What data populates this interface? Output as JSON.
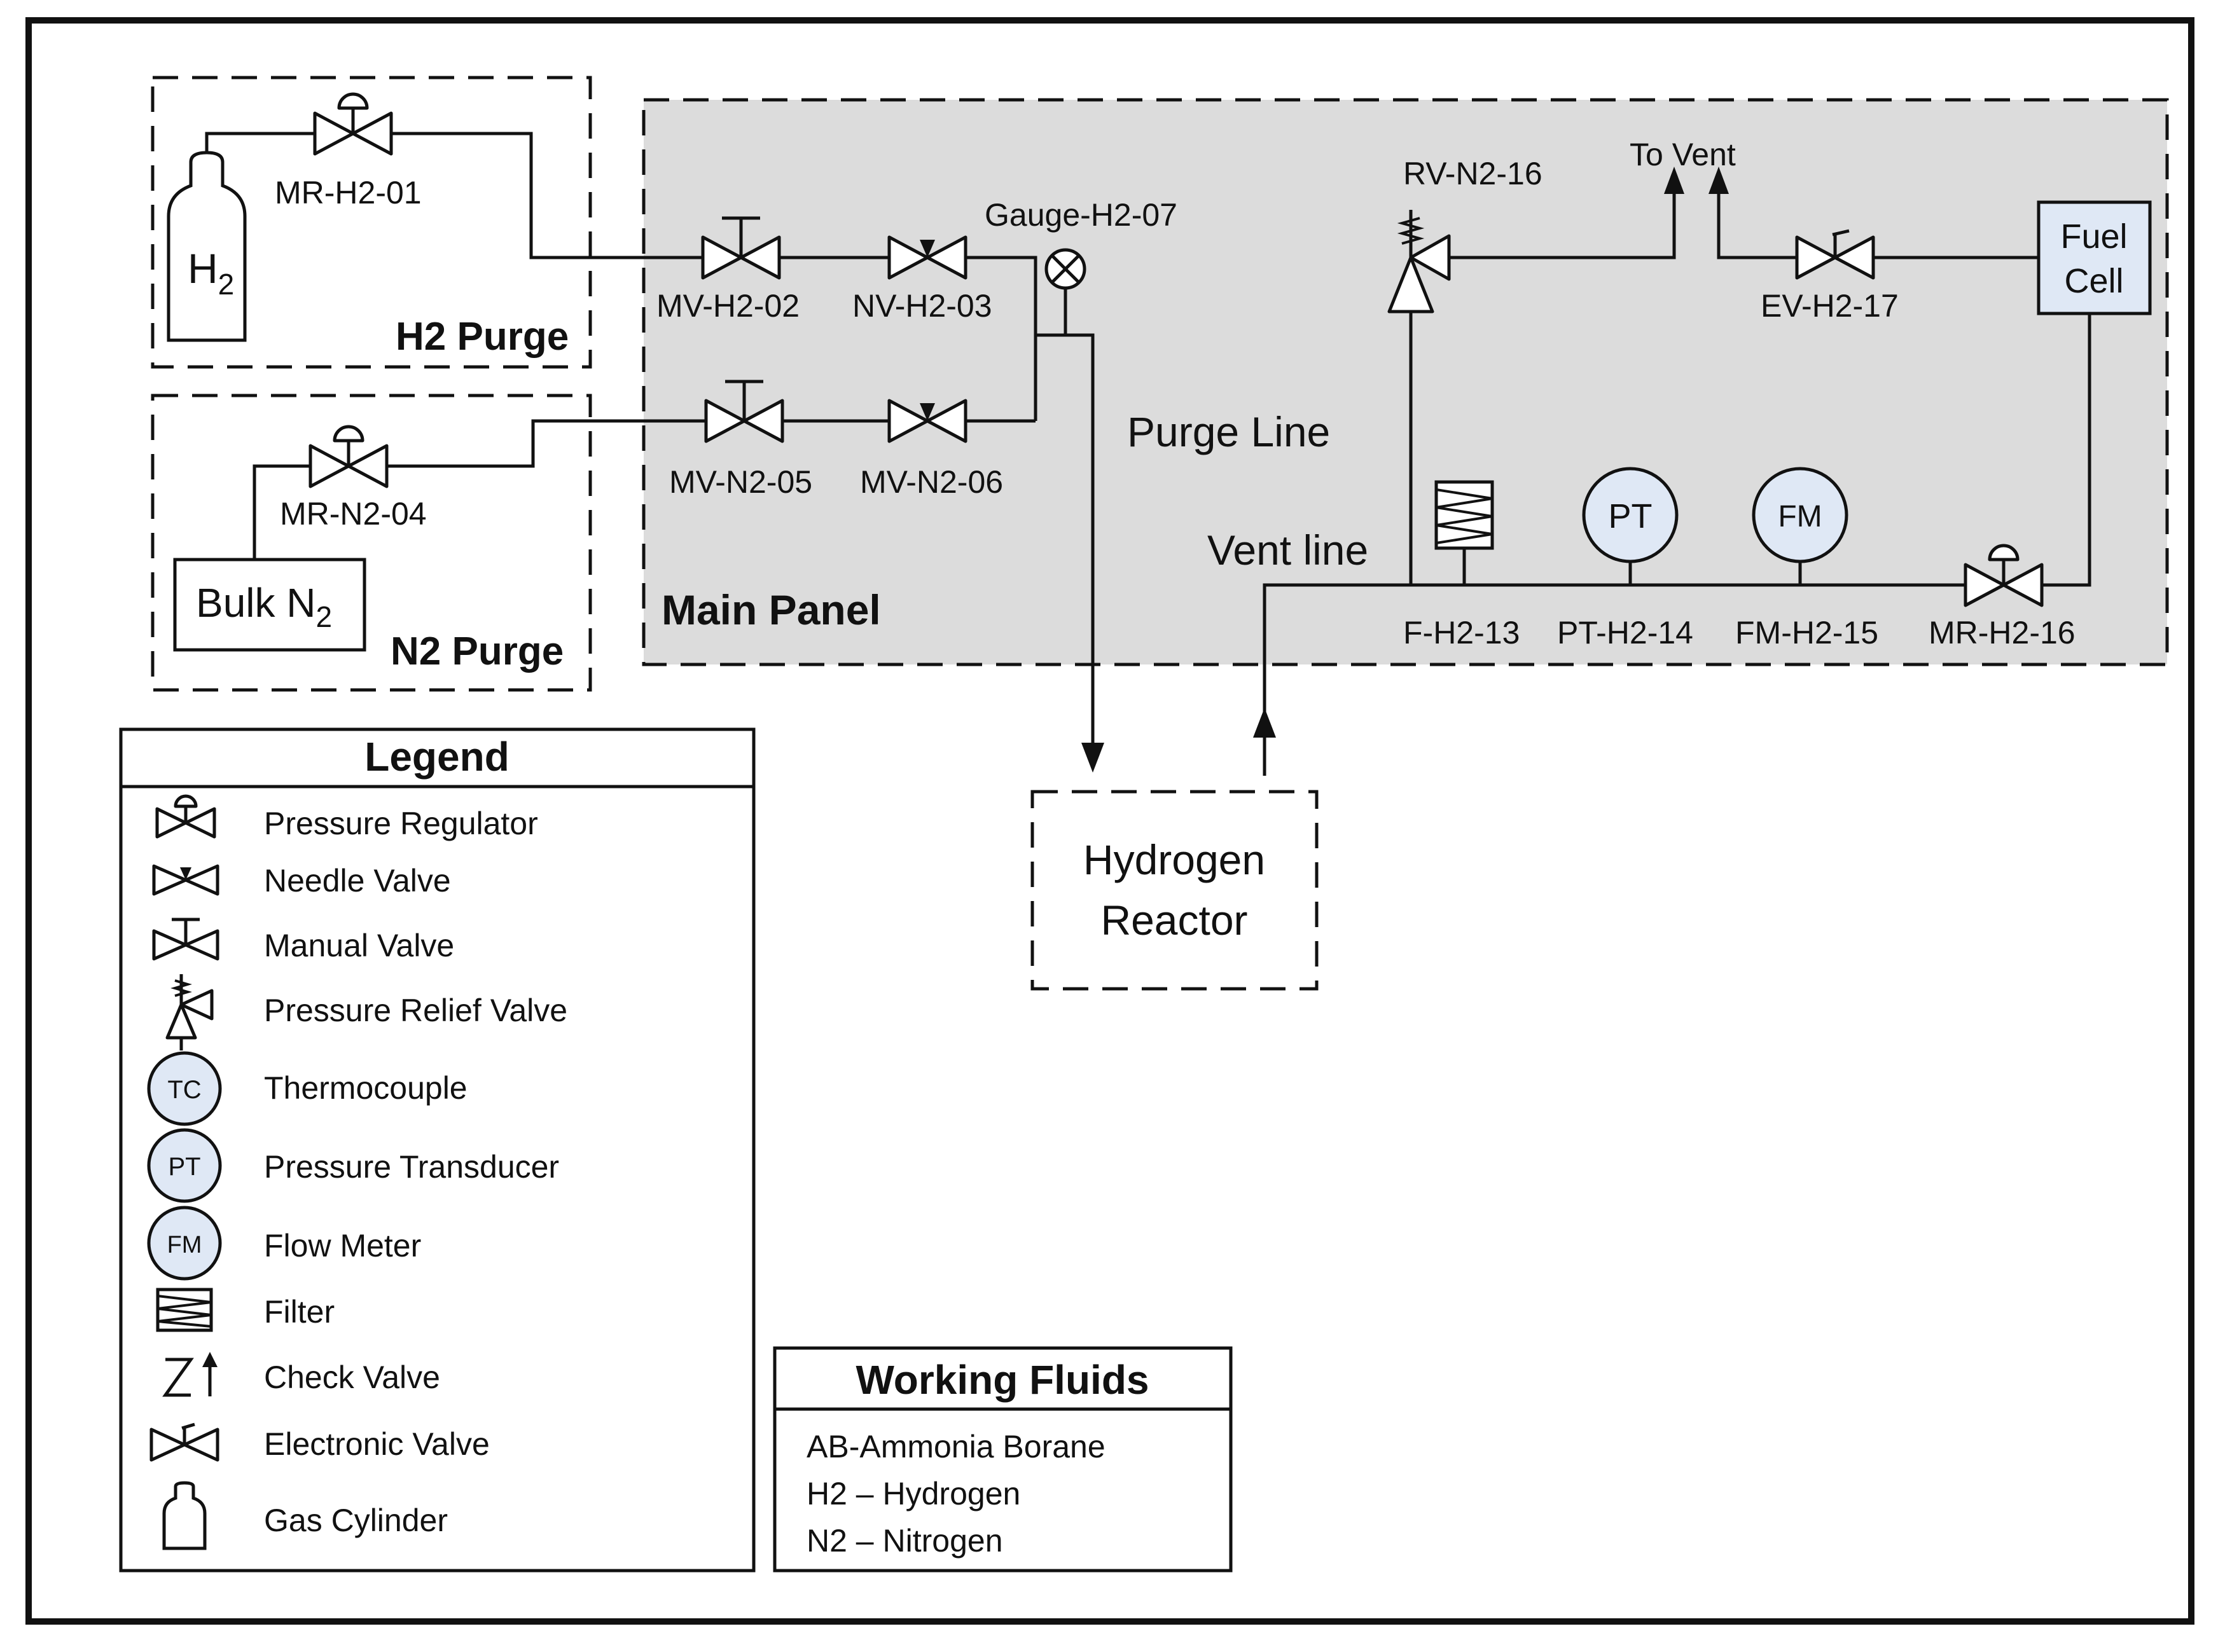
{
  "regions": {
    "h2_purge": "H2 Purge",
    "n2_purge": "N2 Purge",
    "main_panel": "Main Panel"
  },
  "components": {
    "h2_cylinder": {
      "main": "H",
      "sub": "2"
    },
    "bulk_n2": {
      "main": "Bulk N",
      "sub": "2"
    },
    "mr_h2_01": "MR-H2-01",
    "mr_n2_04": "MR-N2-04",
    "mv_h2_02": "MV-H2-02",
    "nv_h2_03": "NV-H2-03",
    "mv_n2_05": "MV-N2-05",
    "mv_n2_06": "MV-N2-06",
    "gauge_h2_07": "Gauge-H2-07",
    "rv_n2_16": "RV-N2-16",
    "to_vent": "To Vent",
    "ev_h2_17": "EV-H2-17",
    "fuel_cell_line1": "Fuel",
    "fuel_cell_line2": "Cell",
    "purge_line": "Purge Line",
    "vent_line": "Vent line",
    "f_h2_13": "F-H2-13",
    "pt_h2_14": "PT-H2-14",
    "fm_h2_15": "FM-H2-15",
    "mr_h2_16": "MR-H2-16",
    "pt_symbol": "PT",
    "fm_symbol": "FM",
    "reactor_line1": "Hydrogen",
    "reactor_line2": "Reactor"
  },
  "legend": {
    "title": "Legend",
    "items": [
      {
        "symbol": "pressure-regulator",
        "label": "Pressure Regulator"
      },
      {
        "symbol": "needle-valve",
        "label": "Needle Valve"
      },
      {
        "symbol": "manual-valve",
        "label": "Manual Valve"
      },
      {
        "symbol": "pressure-relief-valve",
        "label": "Pressure Relief Valve"
      },
      {
        "symbol": "thermocouple",
        "label": "Thermocouple",
        "tag": "TC"
      },
      {
        "symbol": "pressure-transducer",
        "label": "Pressure Transducer",
        "tag": "PT"
      },
      {
        "symbol": "flow-meter",
        "label": "Flow Meter",
        "tag": "FM"
      },
      {
        "symbol": "filter",
        "label": "Filter"
      },
      {
        "symbol": "check-valve",
        "label": "Check Valve"
      },
      {
        "symbol": "electronic-valve",
        "label": "Electronic Valve"
      },
      {
        "symbol": "gas-cylinder",
        "label": "Gas Cylinder"
      }
    ]
  },
  "working_fluids": {
    "title": "Working Fluids",
    "items": [
      "AB-Ammonia Borane",
      "H2 – Hydrogen",
      "N2 – Nitrogen"
    ]
  },
  "colors": {
    "panel_fill": "#dcdcdc",
    "instrument_fill": "#dfe8f5",
    "line": "#111111"
  }
}
